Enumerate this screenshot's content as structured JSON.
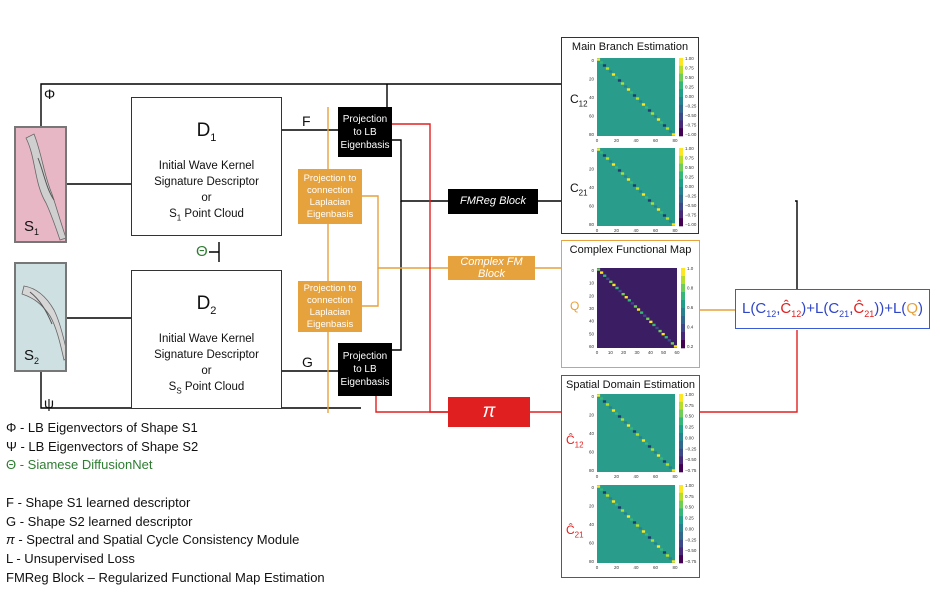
{
  "shapes": [
    {
      "name": "S",
      "sub": "1",
      "bg": "#e7b7c6"
    },
    {
      "name": "S",
      "sub": "2",
      "bg": "#cfe0e3"
    }
  ],
  "descriptors": [
    {
      "name": "D",
      "sub": "1",
      "line1": "Initial Wave Kernel",
      "line2": "Signature Descriptor",
      "line3": "or",
      "line4_pre": "S",
      "line4_sub": "1",
      "line4_post": " Point Cloud"
    },
    {
      "name": "D",
      "sub": "2",
      "line1": "Initial Wave Kernel",
      "line2": "Signature Descriptor",
      "line3": "or",
      "line4_pre": "S",
      "line4_sub": "S",
      "line4_post": " Point Cloud"
    }
  ],
  "edge_labels": {
    "phi": "Φ",
    "psi": "ψ",
    "theta": "Θ",
    "f": "F",
    "g": "G"
  },
  "projection_lb": "Projection to LB Eigenbasis",
  "projection_conn": "Projection to connection Laplacian Eigenbasis",
  "blocks": {
    "fmreg": "FMReg Block",
    "complex_fm": "Complex FM Block",
    "pi": "π"
  },
  "panels": {
    "main": {
      "title": "Main Branch Estimation",
      "c12": "C",
      "c12_sub": "12",
      "c21": "C",
      "c21_sub": "21",
      "yticks": [
        "0",
        "20",
        "40",
        "60",
        "80"
      ],
      "xticks": [
        "0",
        "20",
        "40",
        "60",
        "80"
      ],
      "cbar": [
        "1.00",
        "0.75",
        "0.50",
        "0.25",
        "0.00",
        "−0.25",
        "−0.50",
        "−0.75",
        "−1.00"
      ]
    },
    "complex": {
      "title": "Complex Functional Map",
      "q": "Q",
      "yticks": [
        "0",
        "10",
        "20",
        "30",
        "40",
        "50",
        "60"
      ],
      "xticks": [
        "0",
        "10",
        "20",
        "30",
        "40",
        "50",
        "60"
      ],
      "cbar": [
        "1.0",
        "0.8",
        "0.6",
        "0.4",
        "0.2"
      ]
    },
    "spatial": {
      "title": "Spatial Domain Estimation",
      "c12": "Ĉ",
      "c12_sub": "12",
      "c21": "Ĉ",
      "c21_sub": "21",
      "yticks": [
        "0",
        "20",
        "40",
        "60",
        "80"
      ],
      "xticks": [
        "0",
        "20",
        "40",
        "60",
        "80"
      ],
      "cbar": [
        "1.00",
        "0.75",
        "0.50",
        "0.25",
        "0.00",
        "−0.25",
        "−0.50",
        "−0.75"
      ]
    }
  },
  "loss": {
    "p1": "L(C",
    "s1": "12",
    "p2": ",",
    "h1": "Ĉ",
    "hs1": "12",
    "p3": ")+L(C",
    "s2": "21",
    "p4": ",",
    "h2": "Ĉ",
    "hs2": "21",
    "p5": "))+L(",
    "q": "Q",
    "p6": ")"
  },
  "legend": [
    {
      "sym": "Φ",
      "text": " - LB Eigenvectors of Shape S1"
    },
    {
      "sym": "Ψ",
      "text": " - LB Eigenvectors of Shape S2"
    },
    {
      "sym": "Θ",
      "text": " - Siamese DiffusionNet"
    },
    {
      "sym": "",
      "text": ""
    },
    {
      "sym": "F",
      "text": " - Shape S1 learned descriptor"
    },
    {
      "sym": "G",
      "text": " - Shape S2 learned descriptor"
    },
    {
      "sym": "π",
      "text": " - Spectral and Spatial Cycle Consistency Module"
    },
    {
      "sym": "L",
      "text": " - Unsupervised Loss"
    },
    {
      "sym": "FMReg Block",
      "text": " – Regularized Functional Map Estimation"
    }
  ],
  "colors": {
    "black": "#000000",
    "orange": "#e6a23c",
    "red": "#e02020",
    "blue": "#2f45c8",
    "green": "#2e7d32",
    "heat_bg": "#2a9c8c",
    "complex_bg": "#3b1d63"
  }
}
